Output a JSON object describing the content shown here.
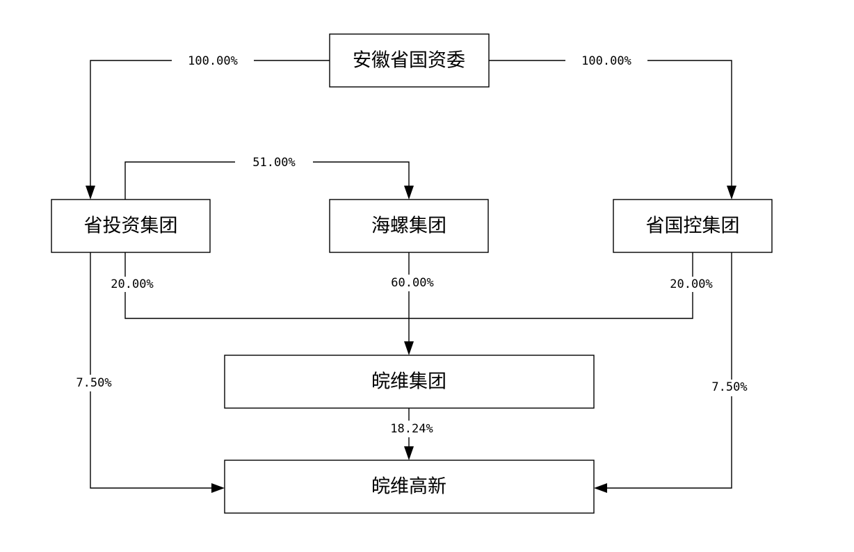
{
  "nodes": {
    "ahsasac": "安徽省国资委",
    "provincial_investment": "省投资集团",
    "hailuo": "海螺集团",
    "provincial_holding": "省国控集团",
    "wanwei_group": "皖维集团",
    "wanwei_hitech": "皖维高新"
  },
  "edges": {
    "ahsasac_to_investment": "100.00%",
    "ahsasac_to_holding": "100.00%",
    "investment_to_hailuo": "51.00%",
    "investment_to_wanwei_group": "20.00%",
    "hailuo_to_wanwei_group": "60.00%",
    "holding_to_wanwei_group": "20.00%",
    "investment_to_hitech": "7.50%",
    "holding_to_hitech": "7.50%",
    "wanwei_group_to_hitech": "18.24%"
  },
  "colors": {
    "line": "#000000",
    "box_fill": "#ffffff",
    "text": "#000000"
  }
}
